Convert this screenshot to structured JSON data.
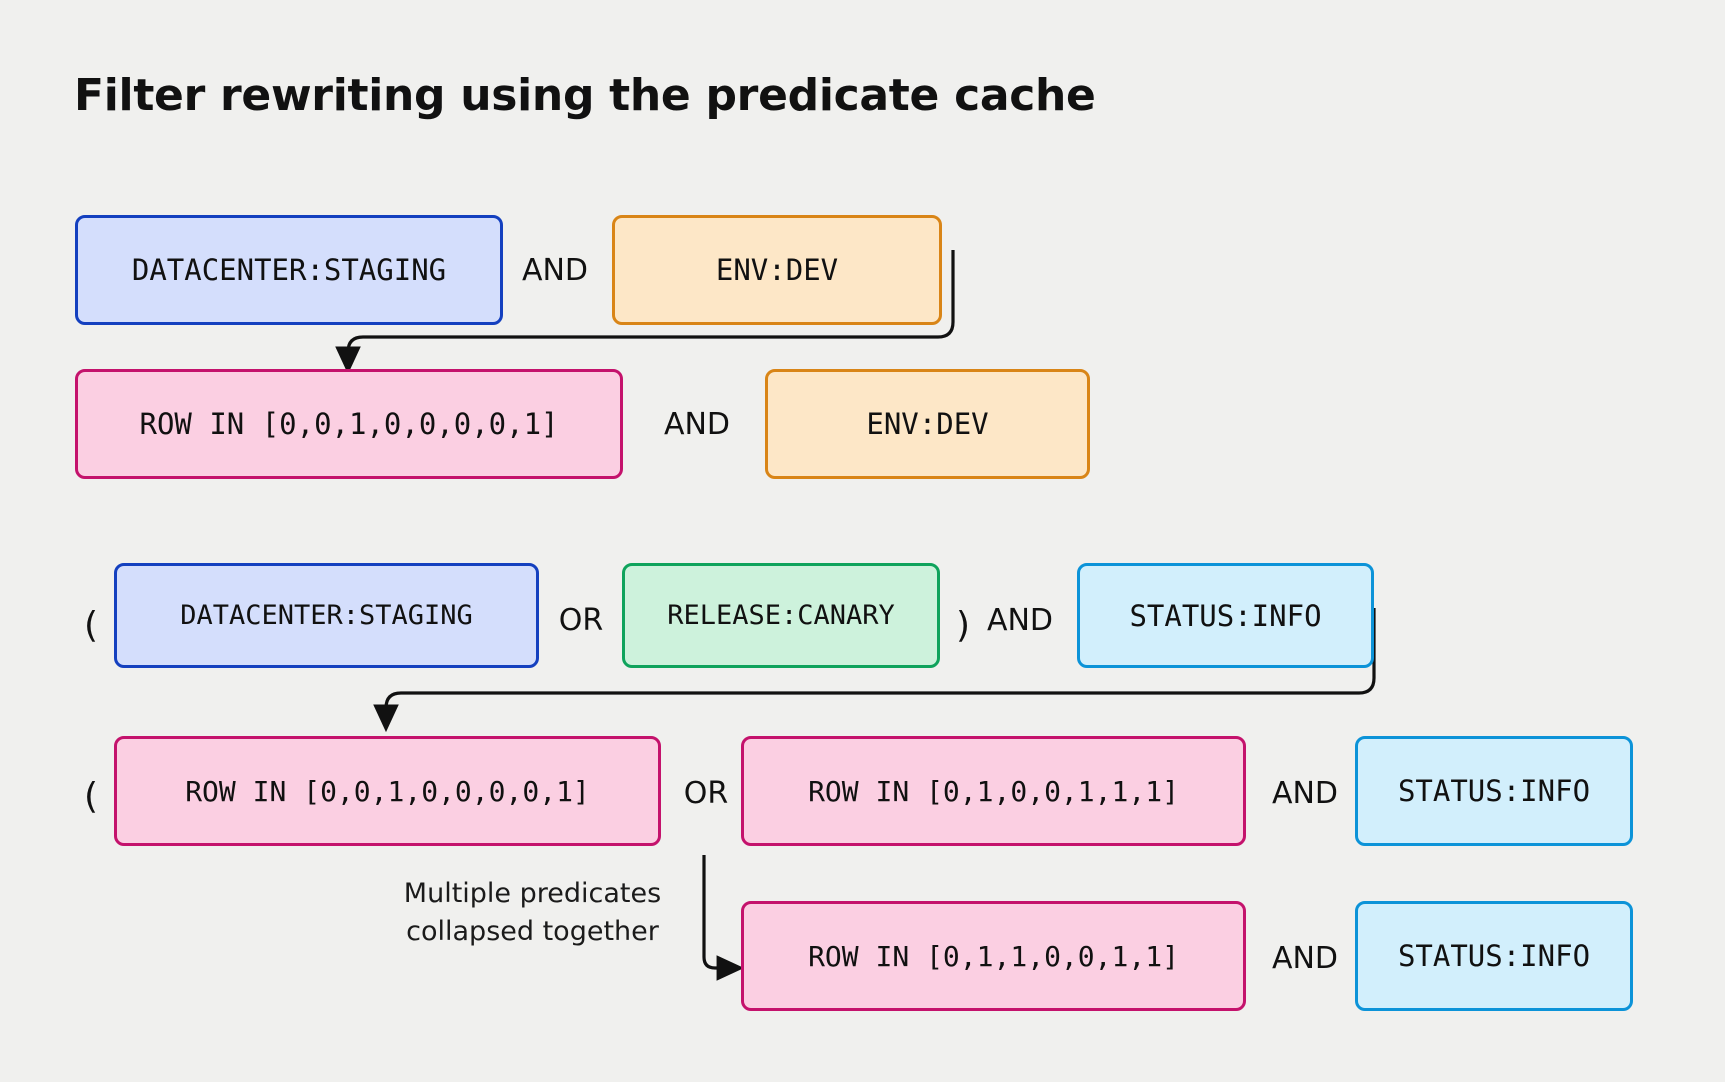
{
  "page": {
    "title": "Filter rewriting using the predicate cache",
    "background_color": "#f0f0ee",
    "text_color": "#111111"
  },
  "palette": {
    "blue_fill": "#d4defc",
    "blue_border": "#1440bf",
    "orange_fill": "#fde7c7",
    "orange_border": "#d98517",
    "pink_fill": "#fbcfe2",
    "pink_border": "#c4126c",
    "green_fill": "#cdf2dc",
    "green_border": "#0fa35c",
    "cyan_fill": "#d2effc",
    "cyan_border": "#0c93d8",
    "arrow_color": "#111111"
  },
  "example_one": {
    "source_row": {
      "predicate_a": "DATACENTER:STAGING",
      "operator": "AND",
      "predicate_b": "ENV:DEV"
    },
    "rewritten_row": {
      "predicate_a": "ROW IN [0,0,1,0,0,0,0,1]",
      "operator": "AND",
      "predicate_b": "ENV:DEV"
    }
  },
  "example_two": {
    "source_row": {
      "open_paren": "(",
      "predicate_a": "DATACENTER:STAGING",
      "operator_or": "OR",
      "predicate_b": "RELEASE:CANARY",
      "close_paren": ")",
      "operator_and": "AND",
      "predicate_c": "STATUS:INFO"
    },
    "rewritten_row": {
      "open_paren": "(",
      "predicate_a": "ROW IN [0,0,1,0,0,0,0,1]",
      "operator_or": "OR",
      "predicate_b": "ROW IN [0,1,0,0,1,1,1]",
      "operator_and": "AND",
      "predicate_c": "STATUS:INFO"
    },
    "collapsed_row": {
      "predicate_a": "ROW IN [0,1,1,0,0,1,1]",
      "operator_and": "AND",
      "predicate_c": "STATUS:INFO"
    },
    "annotation": "Multiple predicates\ncollapsed together"
  }
}
